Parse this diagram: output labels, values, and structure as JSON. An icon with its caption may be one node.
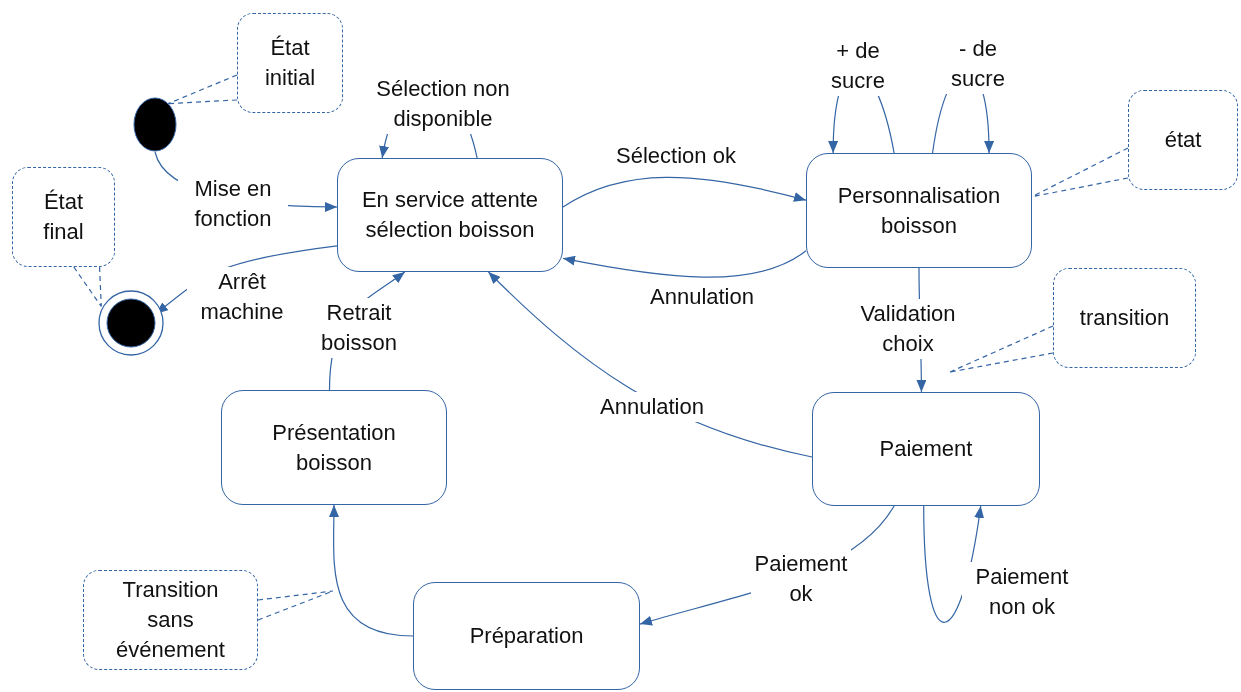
{
  "diagram": {
    "nodes": [
      {
        "text": [],
        "shape": "circle"
      },
      {
        "text": [],
        "shape": "circle"
      },
      {
        "text": [
          "En service attente sélection boisson"
        ]
      },
      {
        "text": [
          "Personnalisation boisson"
        ]
      },
      {
        "text": [
          "Paiement"
        ]
      },
      {
        "text": [
          "Présentation boisson"
        ]
      },
      {
        "text": [
          "Préparation"
        ]
      },
      {
        "text": [
          "État initial"
        ]
      },
      {
        "text": [
          "État final"
        ]
      },
      {
        "text": [
          "état"
        ]
      },
      {
        "text": [
          "transition"
        ]
      },
      {
        "text": [
          "Transition sans événement"
        ]
      }
    ],
    "edges": [
      {
        "from": 0,
        "to": 2,
        "arrow": "to",
        "label": "Mise en fonction"
      },
      {
        "from": 2,
        "to": 1,
        "arrow": "to",
        "label": "Arrêt machine"
      },
      {
        "from": 2,
        "to": 2,
        "arrow": "to",
        "label": "Sélection non disponible"
      },
      {
        "from": 2,
        "to": 3,
        "arrow": "to",
        "label": "Sélection ok"
      },
      {
        "from": 3,
        "to": 2,
        "arrow": "to",
        "label": "Annulation"
      },
      {
        "from": 3,
        "to": 3,
        "arrow": "to",
        "label": "+ de sucre"
      },
      {
        "from": 3,
        "to": 3,
        "arrow": "to",
        "label": "- de sucre"
      },
      {
        "from": 3,
        "to": 4,
        "arrow": "to",
        "label": "Validation choix"
      },
      {
        "from": 4,
        "to": 2,
        "arrow": "to",
        "label": "Annulation"
      },
      {
        "from": 4,
        "to": 4,
        "arrow": "to",
        "label": "Paiement non ok"
      },
      {
        "from": 4,
        "to": 6,
        "arrow": "to",
        "label": "Paiement ok"
      },
      {
        "from": 6,
        "to": 5,
        "arrow": "to"
      },
      {
        "from": 5,
        "to": 2,
        "arrow": "to",
        "label": "Retrait boisson"
      },
      {
        "from": 7,
        "to": 0,
        "arrow": "none",
        "style": "dashed"
      },
      {
        "from": 8,
        "to": 1,
        "arrow": "none",
        "style": "dashed"
      },
      {
        "from": 9,
        "to": 3,
        "arrow": "none",
        "style": "dashed"
      },
      {
        "from": 10,
        "to": null,
        "arrow": "none",
        "style": "dashed"
      },
      {
        "from": 11,
        "to": null,
        "arrow": "none",
        "style": "dashed"
      }
    ]
  }
}
